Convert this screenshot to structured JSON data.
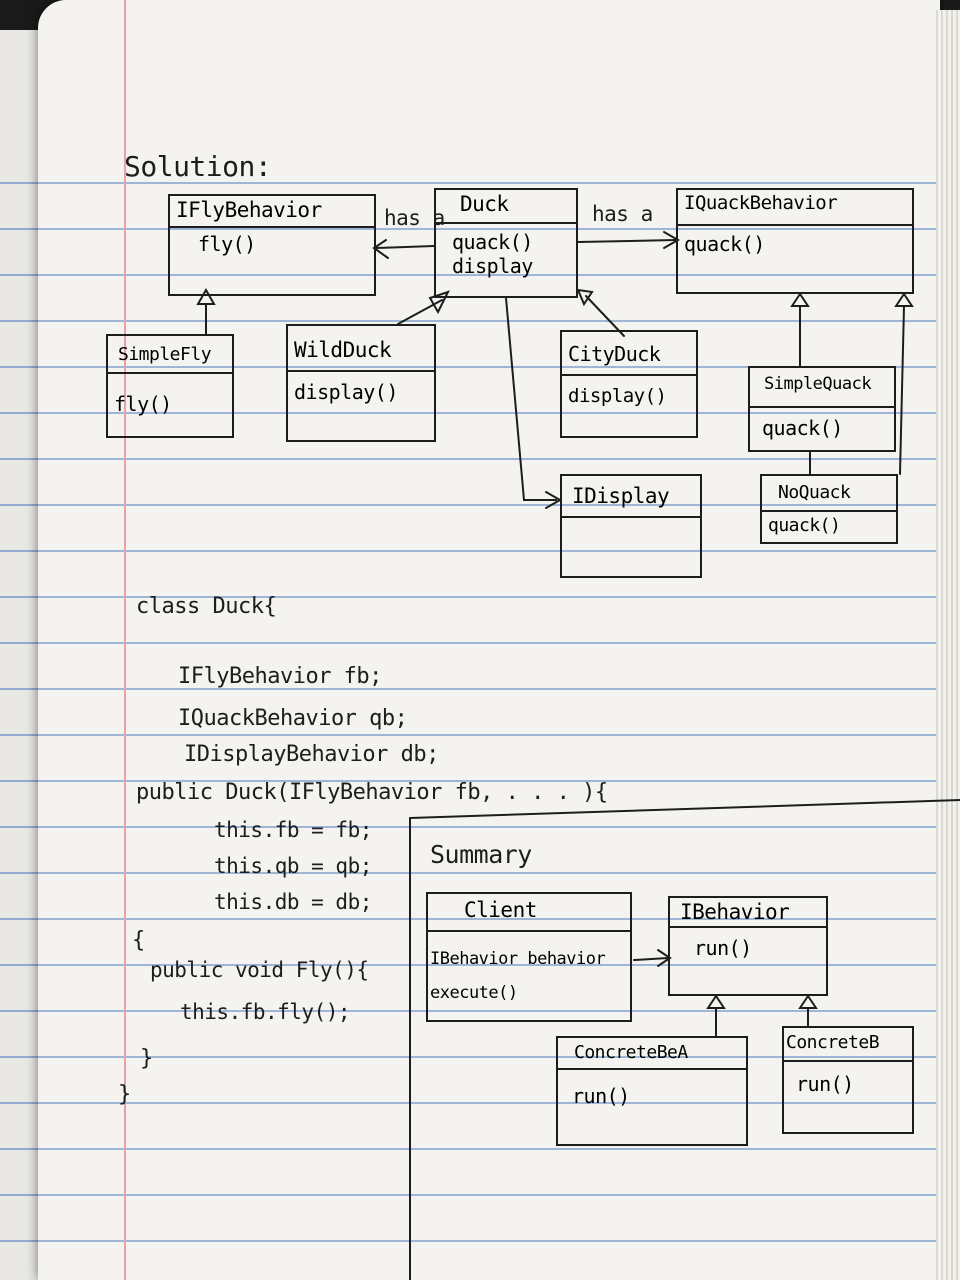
{
  "heading": "Solution:",
  "diagram": {
    "classes": {
      "ifly": {
        "name": "IFlyBehavior",
        "body": "fly()"
      },
      "duck": {
        "name": "Duck",
        "body": "quack()\ndisplay"
      },
      "iquack": {
        "name": "IQuackBehavior",
        "body": "quack()"
      },
      "simplefly": {
        "name": "SimpleFly",
        "body": "fly()"
      },
      "wildduck": {
        "name": "WildDuck",
        "body": "display()"
      },
      "cityduck": {
        "name": "CityDuck",
        "body": "display()"
      },
      "simplequack": {
        "name": "SimpleQuack",
        "body": "quack()"
      },
      "idisplay": {
        "name": "IDisplay",
        "body": ""
      },
      "noquack": {
        "name": "NoQuack",
        "body": "quack()"
      }
    },
    "relation_labels": {
      "left": "has a",
      "right": "has a"
    }
  },
  "code": {
    "lines": [
      "class Duck{",
      "IFlyBehavior fb;",
      "IQuackBehavior qb;",
      "IDisplayBehavior db;",
      "public Duck(IFlyBehavior fb, . . . ){",
      "this.fb = fb;",
      "this.qb = qb;",
      "this.db = db;",
      "{",
      "public void Fly(){",
      "this.fb.fly();",
      "}",
      "}"
    ]
  },
  "summary": {
    "title": "Summary",
    "classes": {
      "client": {
        "name": "Client",
        "body": "IBehavior behavior\nexecute()"
      },
      "ibehavior": {
        "name": "IBehavior",
        "body": "run()"
      },
      "concretea": {
        "name": "ConcreteBeA",
        "body": "run()"
      },
      "concreteb": {
        "name": "ConcreteB",
        "body": "run()"
      }
    }
  },
  "colors": {
    "ink": "#1d1d1d",
    "paper": "#f4f3ef",
    "rule": "#9db6d6",
    "margin": "#e7a2a8"
  }
}
